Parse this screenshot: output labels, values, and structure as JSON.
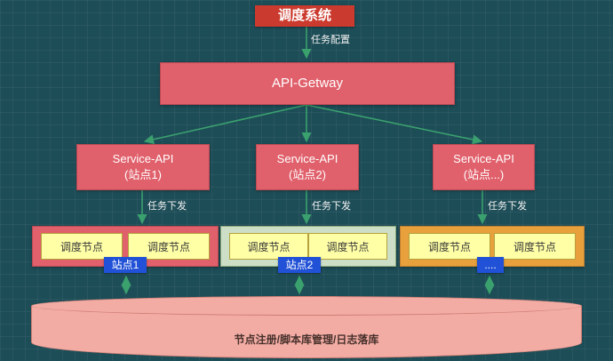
{
  "diagram": {
    "title": "调度系统",
    "config_label": "任务配置",
    "gateway": "API-Getway",
    "dispatch_label": "任务下发",
    "services": [
      {
        "line1": "Service-API",
        "line2": "(站点1)"
      },
      {
        "line1": "Service-API",
        "line2": "(站点2)"
      },
      {
        "line1": "Service-API",
        "line2": "(站点...)"
      }
    ],
    "groups": [
      {
        "nodes": [
          "调度节点",
          "调度节点"
        ],
        "tag": "站点1"
      },
      {
        "nodes": [
          "调度节点",
          "调度节点"
        ],
        "tag": "站点2"
      },
      {
        "nodes": [
          "调度节点",
          "调度节点"
        ],
        "tag": "...."
      }
    ],
    "database": "节点注册/脚本库管理/日志落库",
    "colors": {
      "background": "#1d4d57",
      "accent_red": "#cb3a2e",
      "box_pink": "#e0606b",
      "group_green": "#ccdfc6",
      "group_orange": "#e7a03c",
      "node_yellow": "#ffffa6",
      "tag_blue": "#2051d6",
      "cylinder_pink": "#f2aca4",
      "arrow_green": "#3aa06e"
    }
  }
}
